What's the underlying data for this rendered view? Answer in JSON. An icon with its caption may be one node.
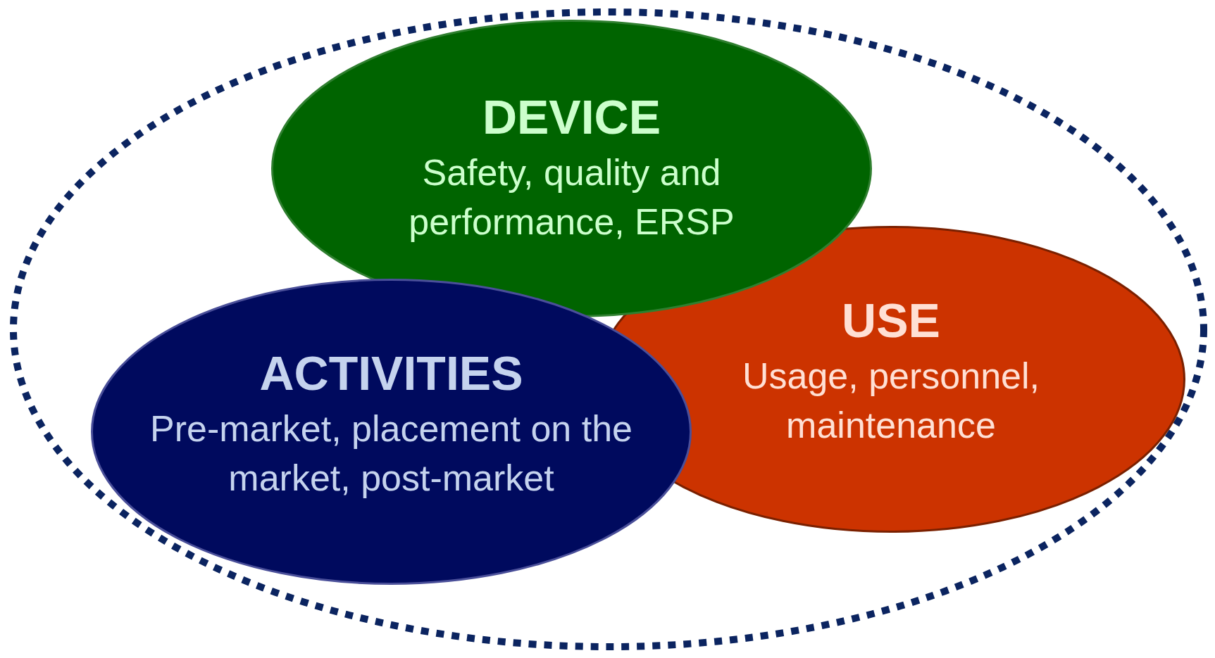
{
  "diagram": {
    "nodes": [
      {
        "text": [],
        "shape": "ellipse"
      },
      {
        "text": [
          "DEVICE",
          "Safety, quality and performance, ERSP"
        ],
        "in": 0
      },
      {
        "text": [
          "USE",
          "Usage, personnel, maintenance"
        ],
        "in": 0
      },
      {
        "text": [
          "ACTIVITIES",
          "Pre-market, placement on the market, post-market"
        ],
        "in": 0
      }
    ],
    "edges": []
  }
}
